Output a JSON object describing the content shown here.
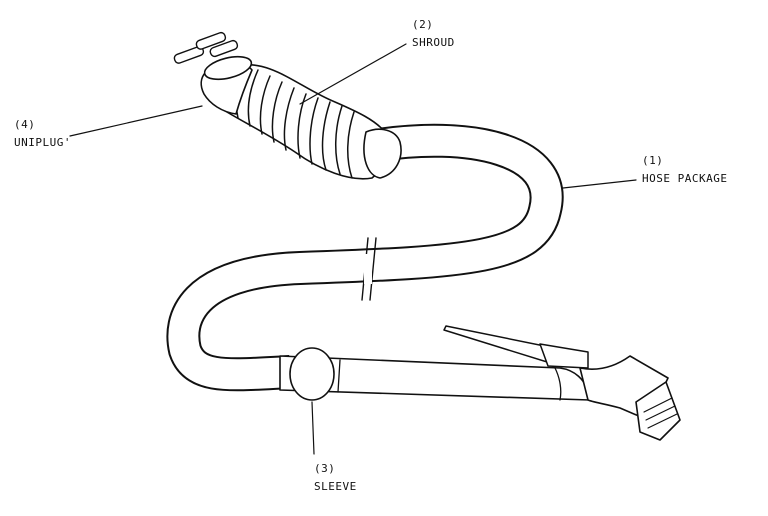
{
  "labels": {
    "hose_package": {
      "number": "(1)",
      "name": "HOSE PACKAGE"
    },
    "shroud": {
      "number": "(2)",
      "name": "SHROUD"
    },
    "sleeve": {
      "number": "(3)",
      "name": "SLEEVE"
    },
    "uniplug": {
      "number": "(4)",
      "name": "UNIPLUG'"
    }
  },
  "colors": {
    "ink": "#111111",
    "paper": "#ffffff"
  }
}
